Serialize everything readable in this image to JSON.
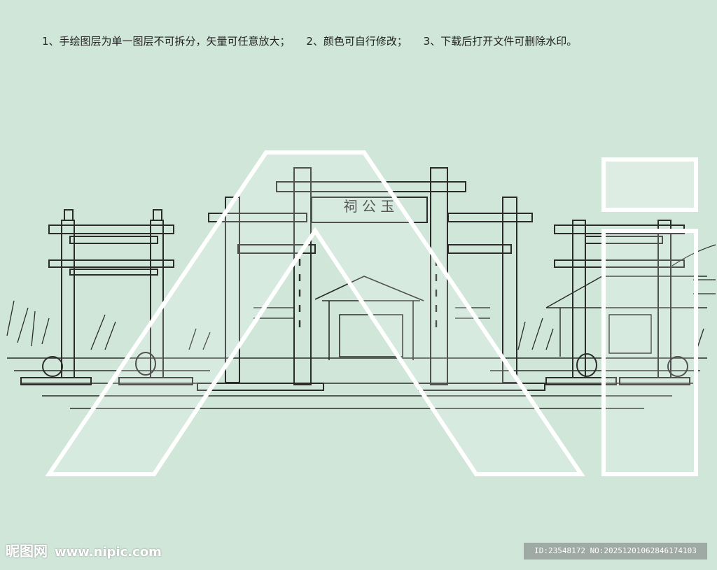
{
  "instructions": [
    "1、手绘图层为单一图层不可拆分，矢量可任意放大；",
    "2、颜色可自行修改；",
    "3、下载后打开文件可删除水印。"
  ],
  "plaque_text": "祠 公 玉",
  "watermark_letters": "Ai",
  "brand": {
    "name": "昵图网",
    "url": "www.nipic.com"
  },
  "id_line": "ID:23548172 NO:20251201062846174103",
  "colors": {
    "background": "#cfe6d9",
    "line": "#2b2b2b",
    "watermark": "#ffffff"
  }
}
